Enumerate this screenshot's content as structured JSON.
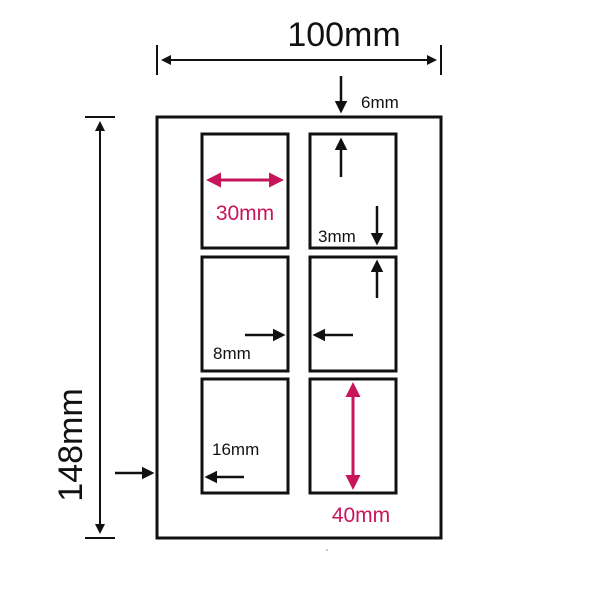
{
  "labels": {
    "width": "100mm",
    "height": "148mm",
    "top_margin": "6mm",
    "label_width": "30mm",
    "vertical_gap": "3mm",
    "horizontal_gap": "8mm",
    "side_margin": "16mm",
    "label_height": "40mm"
  },
  "layout": {
    "rows": 3,
    "columns": 2
  },
  "colors": {
    "line": "#111111",
    "accent": "#c8145a",
    "background": "#ffffff"
  }
}
